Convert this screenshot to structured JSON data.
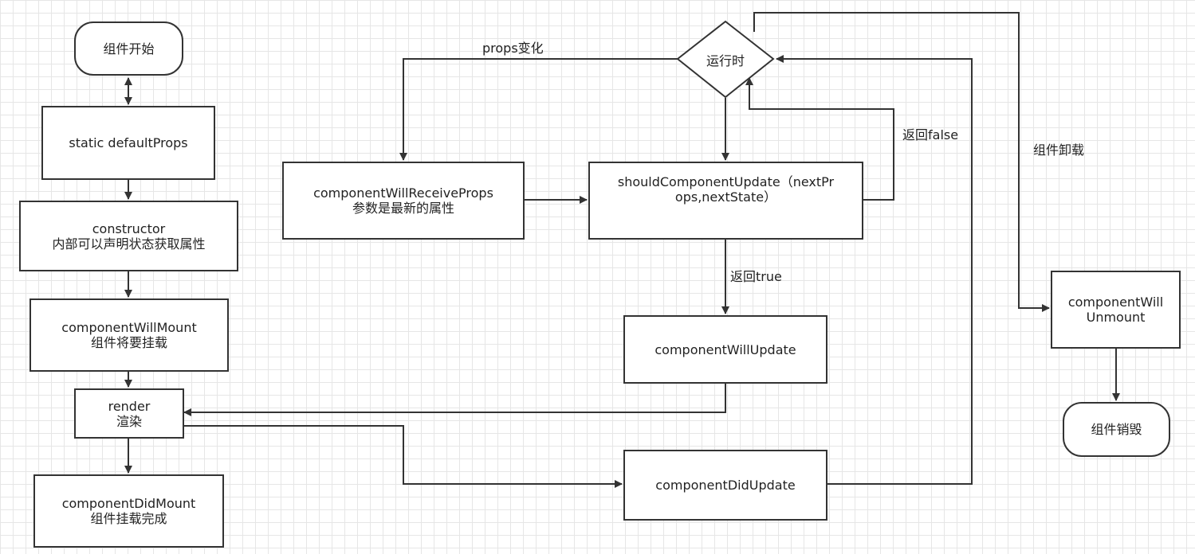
{
  "nodes": {
    "start": "组件开始",
    "default_props": "static defaultProps",
    "constructor": [
      "constructor",
      "内部可以声明状态获取属性"
    ],
    "will_mount": [
      "componentWillMount",
      "组件将要挂载"
    ],
    "render": [
      "render",
      "渲染"
    ],
    "did_mount": [
      "componentDidMount",
      "组件挂载完成"
    ],
    "runtime": "运行时",
    "will_receive_props": [
      "componentWillReceiveProps",
      "参数是最新的属性"
    ],
    "should_update": [
      "shouldComponentUpdate（nextPr",
      "ops,nextState）"
    ],
    "will_update": "componentWillUpdate",
    "did_update": "componentDidUpdate",
    "will_unmount": [
      "componentWill",
      "Unmount"
    ],
    "destroy": "组件销毁"
  },
  "edge_labels": {
    "props_change": "props变化",
    "return_false": "返回false",
    "return_true": "返回true",
    "unmount": "组件卸载"
  }
}
